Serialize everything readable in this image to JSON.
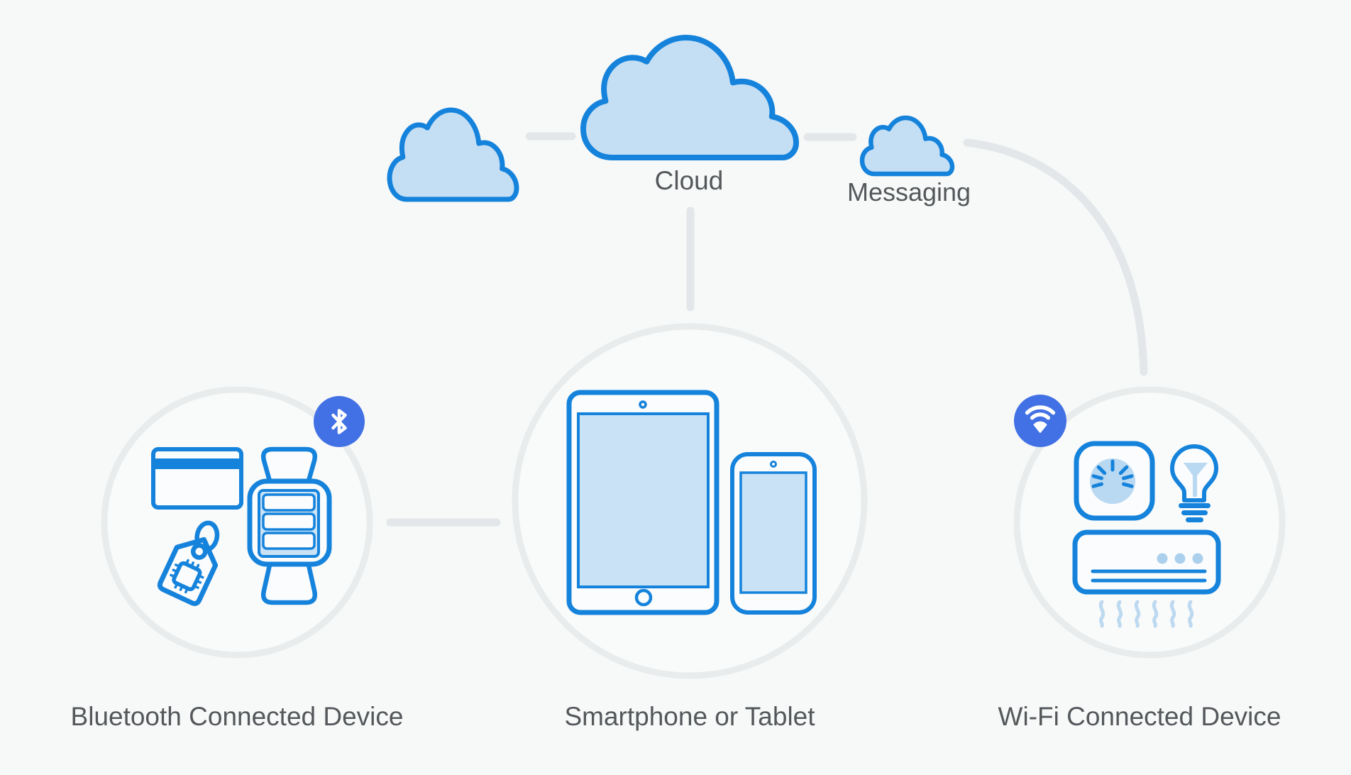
{
  "diagram": {
    "title": "Device connectivity diagram",
    "colors": {
      "background": "#f7f8f8",
      "stroke_blue": "#1583db",
      "light_blue_fill": "#c4def4",
      "screen_fill": "#c9e2f6",
      "badge_blue": "#4171e4",
      "connector_gray": "#e3e7ea",
      "ring_gray": "#e9eced",
      "label_text": "#54585b"
    },
    "clouds": {
      "small_cloud": {
        "icon": "cloud-icon",
        "label": ""
      },
      "main_cloud": {
        "icon": "cloud-icon",
        "label": "Cloud"
      },
      "messaging_cloud": {
        "icon": "cloud-icon",
        "label": "Messaging"
      }
    },
    "nodes": {
      "bluetooth": {
        "label": "Bluetooth Connected Device",
        "badge_icon": "bluetooth-icon",
        "icons": [
          "credit-card-icon",
          "smartwatch-icon",
          "nfc-tag-icon"
        ]
      },
      "mobile": {
        "label": "Smartphone or Tablet",
        "icons": [
          "tablet-icon",
          "smartphone-icon"
        ]
      },
      "wifi": {
        "label": "Wi-Fi Connected Device",
        "badge_icon": "wifi-icon",
        "icons": [
          "smart-plug-icon",
          "light-bulb-icon",
          "air-conditioner-icon",
          "airflow-icon"
        ]
      }
    }
  }
}
